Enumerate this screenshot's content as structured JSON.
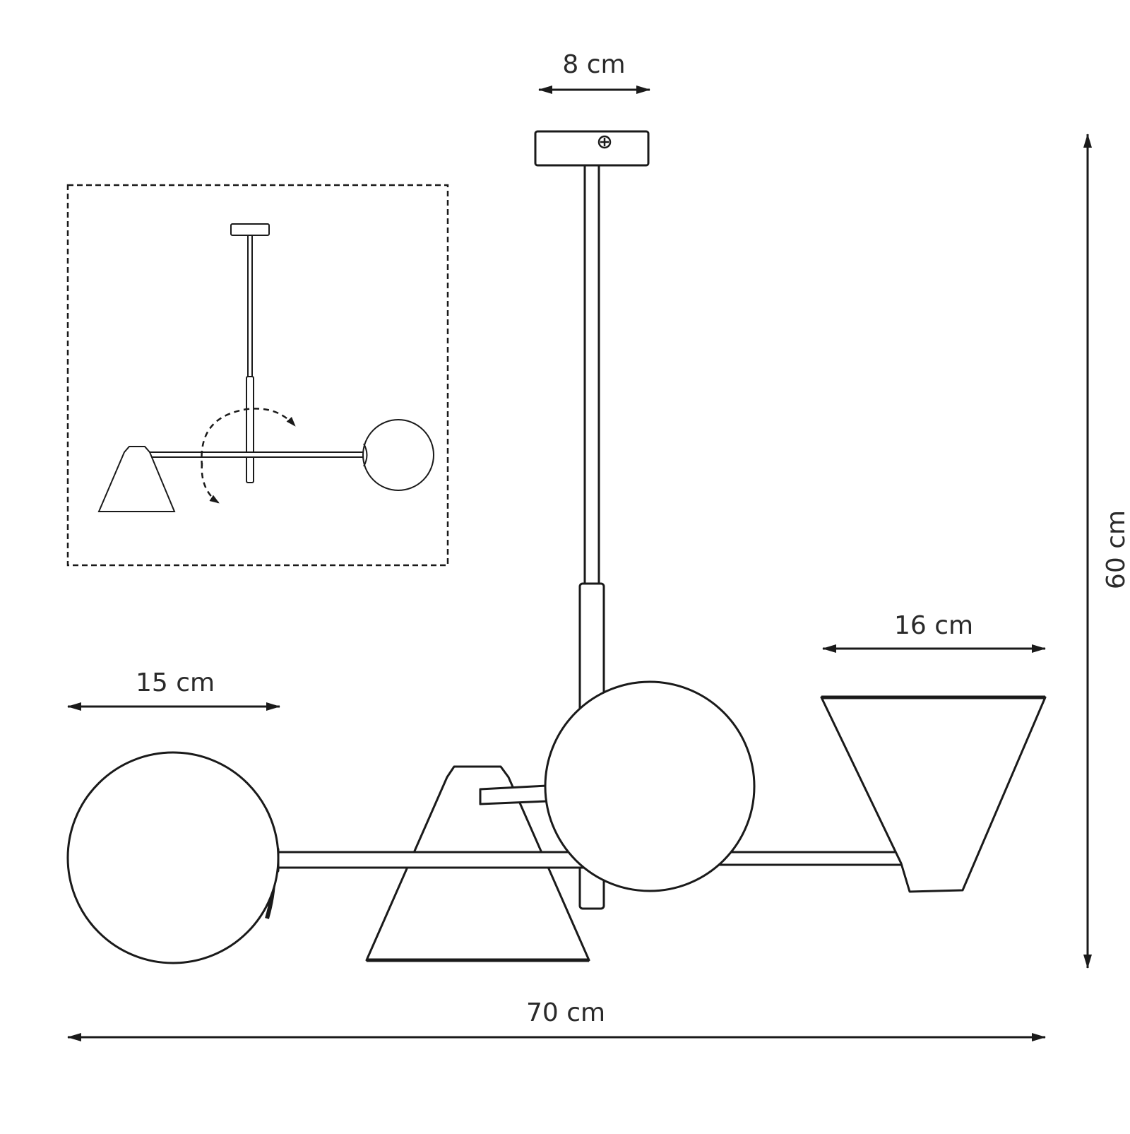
{
  "dimensions": {
    "canopy_width": "8 cm",
    "total_height": "60 cm",
    "globe_width": "15 cm",
    "cone_width": "16 cm",
    "total_width": "70 cm"
  },
  "colors": {
    "line": "#1a1a1a",
    "text": "#2a2a2a",
    "background": "#ffffff"
  }
}
